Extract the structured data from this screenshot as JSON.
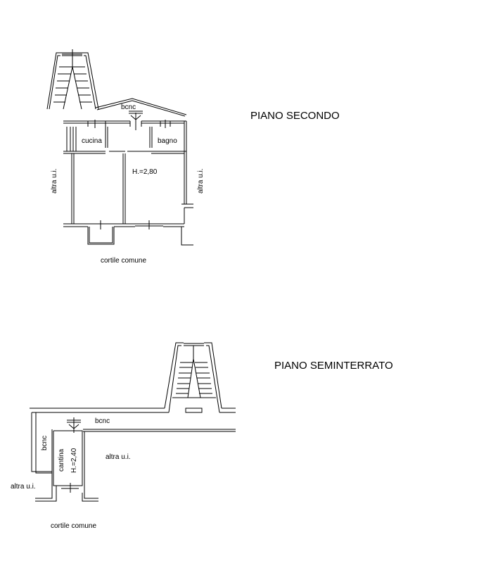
{
  "upper_plan": {
    "title": "PIANO SECONDO",
    "labels": {
      "bcnc": "bcnc",
      "kitchen": "cucina",
      "bathroom": "bagno",
      "height": "H.=2,80",
      "left_neighbor": "altra u.i.",
      "right_neighbor": "altra u.i.",
      "courtyard": "cortile comune"
    }
  },
  "lower_plan": {
    "title": "PIANO SEMINTERRATO",
    "labels": {
      "corridor": "bcnc",
      "side_corridor": "bcnc",
      "cellar": "cantina",
      "height": "H.=2,40",
      "right_neighbor": "altra u.i.",
      "left_neighbor": "altra u.i.",
      "courtyard": "cortile comune"
    }
  }
}
